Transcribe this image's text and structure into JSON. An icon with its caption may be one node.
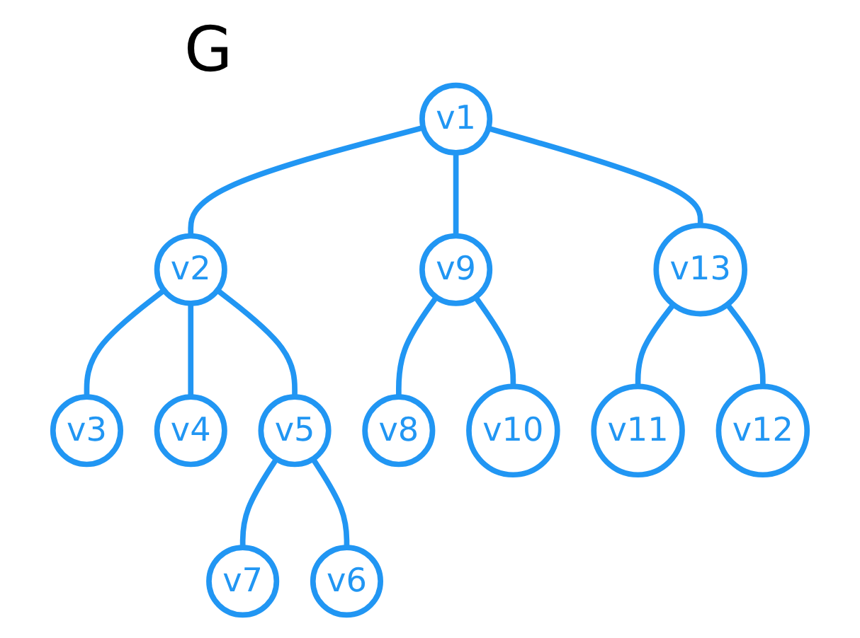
{
  "diagram": {
    "title": "G",
    "nodes": [
      {
        "text": [
          "v1"
        ]
      },
      {
        "text": [
          "v2"
        ]
      },
      {
        "text": [
          "v3"
        ]
      },
      {
        "text": [
          "v4"
        ]
      },
      {
        "text": [
          "v5"
        ]
      },
      {
        "text": [
          "v6"
        ]
      },
      {
        "text": [
          "v7"
        ]
      },
      {
        "text": [
          "v8"
        ]
      },
      {
        "text": [
          "v9"
        ]
      },
      {
        "text": [
          "v10"
        ]
      },
      {
        "text": [
          "v11"
        ]
      },
      {
        "text": [
          "v12"
        ]
      },
      {
        "text": [
          "v13"
        ]
      }
    ],
    "edges": [
      {
        "from": 0,
        "to": 12,
        "arrow": "none"
      },
      {
        "from": 0,
        "to": 8,
        "arrow": "none"
      },
      {
        "from": 0,
        "to": 1,
        "arrow": "none"
      },
      {
        "from": 12,
        "to": 11,
        "arrow": "none"
      },
      {
        "from": 12,
        "to": 10,
        "arrow": "none"
      },
      {
        "from": 8,
        "to": 9,
        "arrow": "none"
      },
      {
        "from": 8,
        "to": 7,
        "arrow": "none"
      },
      {
        "from": 1,
        "to": 2,
        "arrow": "none"
      },
      {
        "from": 1,
        "to": 3,
        "arrow": "none"
      },
      {
        "from": 1,
        "to": 4,
        "arrow": "none"
      },
      {
        "from": 4,
        "to": 6,
        "arrow": "none"
      },
      {
        "from": 4,
        "to": 5,
        "arrow": "none"
      }
    ]
  }
}
